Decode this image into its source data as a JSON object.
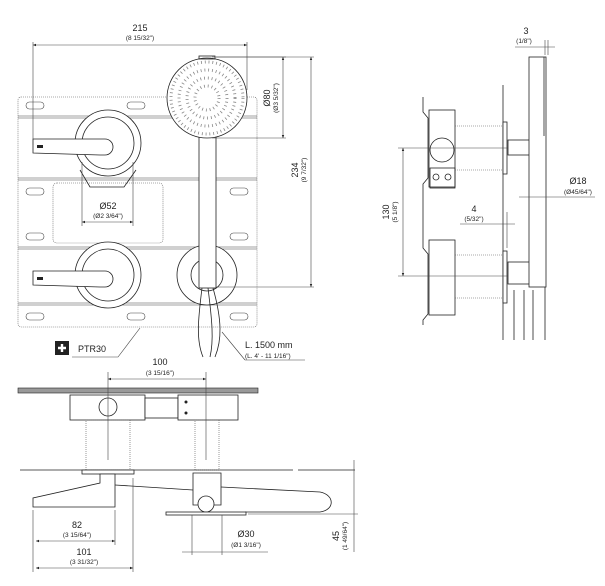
{
  "front_view": {
    "width_dim": {
      "value": "215",
      "imperial": "(8 15/32\")"
    },
    "head_dia_dim": {
      "value": "Ø80",
      "imperial": "(Ø3 5/32\")"
    },
    "height_dim": {
      "value": "234",
      "imperial": "(9 7/32\")"
    },
    "escutcheon_dim": {
      "value": "Ø52",
      "imperial": "(Ø2 3/64\")"
    },
    "plate_label": "PTR30",
    "plate_icon": "plus-icon",
    "hose_label": "L. 1500 mm",
    "hose_imperial": "(L. 4' - 11 1/16\")"
  },
  "side_view": {
    "thickness_dim": {
      "value": "3",
      "imperial": "(1/8\")"
    },
    "spacing_dim": {
      "value": "130",
      "imperial": "(5 1/8\")"
    },
    "gap_dim": {
      "value": "4",
      "imperial": "(5/32\")"
    },
    "handle_dia_dim": {
      "value": "Ø18",
      "imperial": "(Ø45/64\")"
    }
  },
  "top_view": {
    "center_dim": {
      "value": "100",
      "imperial": "(3 15/16\")"
    },
    "lever_dim": {
      "value": "82",
      "imperial": "(3 15/64\")"
    },
    "projection_dim": {
      "value": "101",
      "imperial": "(3 31/32\")"
    },
    "holder_dia_dim": {
      "value": "Ø30",
      "imperial": "(Ø1 3/16\")"
    },
    "depth_dim": {
      "value": "45",
      "imperial": "(1 49/64\")"
    }
  }
}
